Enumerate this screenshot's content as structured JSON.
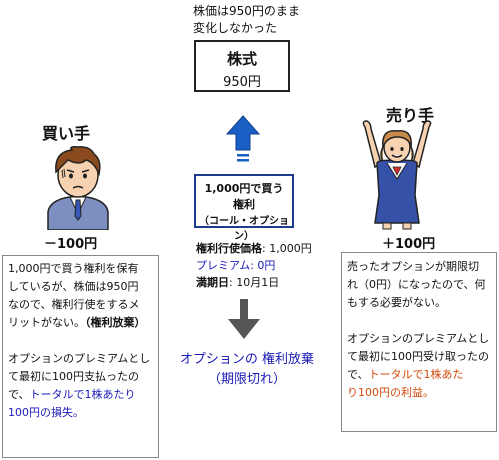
{
  "top_note": [
    "株価は950円のまま",
    "変化しなかった"
  ],
  "stock": {
    "name": "株式",
    "price": "950円"
  },
  "buyer": {
    "title": "買い手",
    "amount": "－100円",
    "box_lines": [
      "1,000円で買う権利を保有",
      "しているが、株価は950円",
      "なので、権利行使をするメ"
    ],
    "box_line4_plain": "リットがない。",
    "box_line4_bold": "（権利放棄）",
    "para2": [
      "オプションのプレミアムとし",
      "て最初に100円支払ったの",
      "で、"
    ],
    "para2_highlight_a": "トータルで1株あたり",
    "para2_highlight_b": "100円の損失。"
  },
  "seller": {
    "title": "売り手",
    "amount": "＋100円",
    "para1": [
      "売ったオプションが期限切",
      "れ（0円）になったので、何",
      "もする必要がない。"
    ],
    "para2": [
      "オプションのプレミアムとし",
      "て最初に100円受け取ったの",
      "で、"
    ],
    "para2_highlight_a": "トータルで1株あた",
    "para2_highlight_b": "り100円の利益。"
  },
  "option_box": {
    "line1": "1,000円で買う",
    "line2": "権利",
    "line3": "（コール・オプション）"
  },
  "details": {
    "strike_label": "権利行使価格",
    "strike_value": ": 1,000円",
    "premium": "プレミアム: 0円",
    "expiry_label": "満期日",
    "expiry_value": ": 10月1日"
  },
  "result": {
    "line1": "オプションの 権利放棄",
    "line2": "（期限切れ）"
  },
  "colors": {
    "arrow": "#1a5fc4",
    "down_arrow": "#555555",
    "blue_text": "#1a1ab8",
    "orange_text": "#d24a0a"
  }
}
